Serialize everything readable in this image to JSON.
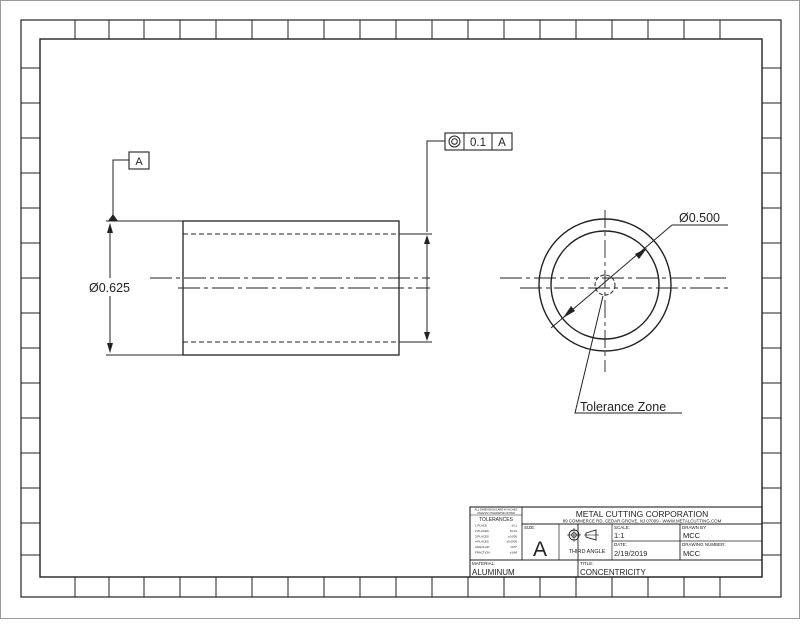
{
  "datum_a_label": "A",
  "feature_control_frame": {
    "symbol": "concentricity-icon",
    "tolerance": "0.1",
    "datum": "A"
  },
  "dimensions": {
    "outer_diameter": "Ø0.625",
    "inner_diameter": "Ø0.500"
  },
  "annotations": {
    "tolerance_zone": "Tolerance Zone"
  },
  "title_block": {
    "company": "METAL CUTTING CORPORATION",
    "address": "89 COMMERCE RD, CEDAR GROVE, NJ 07009 - WWW.METALCUTTING.COM",
    "note_line1": "ALL DIMENSIONS ARE IN INCHES",
    "note_line2": "UNLESS OTHERWISE NOTED",
    "tolerances_header": "TOLERANCES",
    "tolerance_rows": [
      {
        "label": "1 PLACE",
        "value": "±0.1"
      },
      {
        "label": "2 PLACES",
        "value": "±0.01"
      },
      {
        "label": "3 PLACES",
        "value": "±0.005"
      },
      {
        "label": "4 PLACES",
        "value": "±0.0005"
      },
      {
        "label": "ANGULAR",
        "value": "±0.5°"
      },
      {
        "label": "FRACTION",
        "value": "±1/64"
      }
    ],
    "size_label": "SIZE:",
    "size_value": "A",
    "scale_label": "SCALE:",
    "scale_value": "1:1",
    "projection_label": "THIRD ANGLE",
    "date_label": "DATE:",
    "date_value": "2/19/2019",
    "drawn_by_label": "DRAWN BY",
    "drawn_by_value": "MCC",
    "drawing_number_label": "DRAWING NUMBER:",
    "drawing_number_value": "MCC",
    "material_label": "MATERIAL:",
    "material_value": "ALUMINUM",
    "title_label": "TITLE:",
    "title_value": "CONCENTRICITY"
  },
  "colors": {
    "line": "#222222",
    "background": "#ffffff",
    "window_border": "#9a9a9a"
  }
}
